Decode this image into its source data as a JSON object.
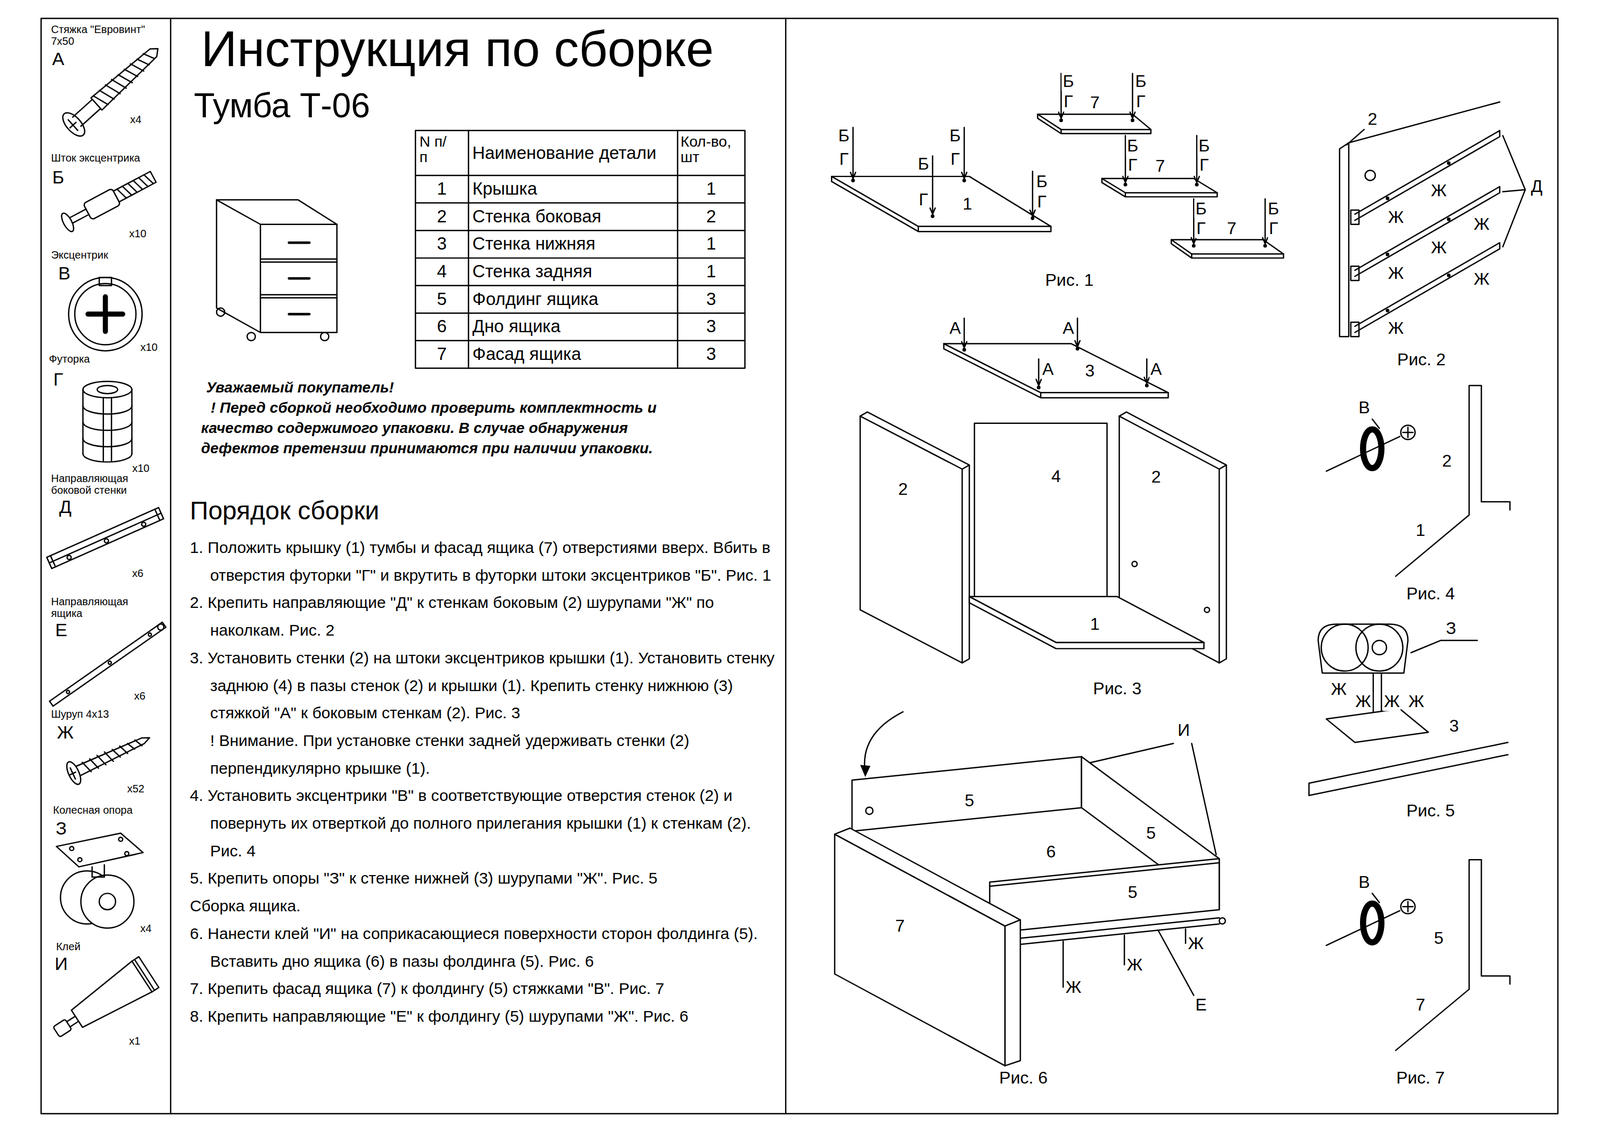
{
  "diagram": {
    "title": "Инструкция по сборке",
    "labels": [
      "Стяжка \"Евровинт\" 7х50",
      "А",
      "х4",
      "Шток эксцентрика",
      "Б",
      "х10",
      "Эксцентрик",
      "В",
      "х10",
      "Футорка",
      "Г",
      "х10",
      "Направляющая боковой стенки",
      "Д",
      "х6",
      "Направляющая ящика",
      "Е",
      "х6",
      "Шуруп 4х13",
      "Ж",
      "х52",
      "Колесная опора",
      "З",
      "х4",
      "Клей",
      "И",
      "х1",
      "Тумба Т-06",
      "N п/п",
      "Наименование детали",
      "Кол-во, шт",
      "1",
      "Крышка",
      "1",
      "2",
      "Стенка боковая",
      "2",
      "3",
      "Стенка нижняя",
      "1",
      "4",
      "Стенка задняя",
      "1",
      "5",
      "Фолдинг ящика",
      "3",
      "6",
      "Дно ящика",
      "3",
      "7",
      "Фасад ящика",
      "3",
      "Уважаемый покупатель!",
      "! Перед сборкой необходимо проверить комплектность и качество содержимого упаковки. В случае обнаружения дефектов претензии принимаются при наличии упаковки.",
      "Порядок сборки",
      "1. Положить крышку (1) тумбы и фасад ящика (7) отверстиями вверх. Вбить в отверстия футорки \"Г\" и вкрутить в футорки штоки эксцентриков \"Б\". Рис. 1",
      "2. Крепить направляющие \"Д\" к стенкам боковым (2) шурупами \"Ж\" по наколкам. Рис. 2",
      "3. Установить стенки (2) на штоки эксцентриков крышки (1). Установить стенку заднюю (4) в пазы стенок (2) и крышки (1). Крепить стенку нижнюю (3) стяжкой \"А\" к боковым стенкам (2). Рис. 3",
      "! Внимание. При установке стенки задней удерживать стенки (2) перпендикулярно крышке (1).",
      "4. Установить эксцентрики \"В\" в соответствующие отверстия стенок (2) и повернуть их отверткой до полного прилегания крышки (1) к стенкам (2). Рис. 4",
      "5. Крепить опоры \"З\" к стенке нижней (3) шурупами \"Ж\". Рис. 5",
      "Сборка ящика.",
      "6. Нанести клей \"И\" на соприкасающиеся поверхности сторон фолдинга (5). Вставить дно ящика (6) в пазы фолдинга (5). Рис. 6",
      "7. Крепить фасад ящика (7) к фолдингу (5) стяжками \"В\". Рис. 7",
      "8. Крепить направляющие \"Е\" к фолдингу (5) шурупами \"Ж\". Рис. 6",
      "Б",
      "Г",
      "Б",
      "Г",
      "Б",
      "Г",
      "Б",
      "Г",
      "1",
      "Б",
      "Г",
      "Б",
      "Г",
      "7",
      "Б",
      "Г",
      "Б",
      "Г",
      "7",
      "Б",
      "Г",
      "Б",
      "Г",
      "7",
      "Рис. 1",
      "2",
      "Ж",
      "Ж",
      "Ж",
      "Ж",
      "Ж",
      "Ж",
      "Ж",
      "Д",
      "Рис. 2",
      "А",
      "А",
      "А",
      "А",
      "3",
      "2",
      "4",
      "2",
      "1",
      "Рис. 3",
      "В",
      "2",
      "1",
      "Рис. 4",
      "З",
      "Ж",
      "Ж",
      "Ж",
      "Ж",
      "3",
      "Рис. 5",
      "И",
      "5",
      "5",
      "6",
      "5",
      "7",
      "Ж",
      "Ж",
      "Ж",
      "Е",
      "Рис. 6",
      "В",
      "5",
      "7",
      "Рис. 7"
    ]
  }
}
